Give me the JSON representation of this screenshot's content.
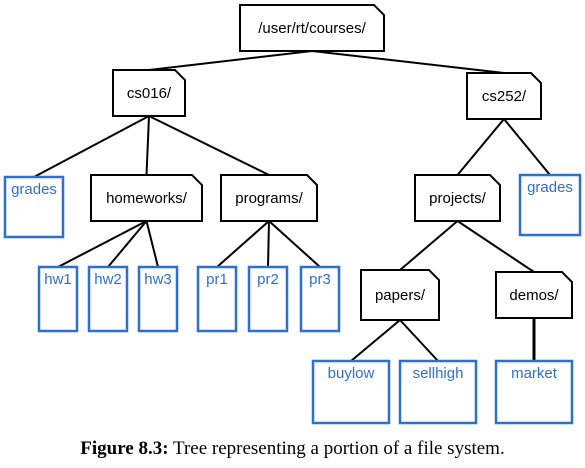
{
  "colors": {
    "file": "#2e6fd0",
    "dir": "#000000"
  },
  "tree": {
    "root": "/user/rt/courses/",
    "nodes": [
      {
        "id": "courses",
        "label": "/user/rt/courses/",
        "kind": "directory",
        "parent": null
      },
      {
        "id": "cs016",
        "label": "cs016/",
        "kind": "directory",
        "parent": "courses"
      },
      {
        "id": "cs252",
        "label": "cs252/",
        "kind": "directory",
        "parent": "courses"
      },
      {
        "id": "grades1",
        "label": "grades",
        "kind": "file",
        "parent": "cs016"
      },
      {
        "id": "homeworks",
        "label": "homeworks/",
        "kind": "directory",
        "parent": "cs016"
      },
      {
        "id": "programs",
        "label": "programs/",
        "kind": "directory",
        "parent": "cs016"
      },
      {
        "id": "hw1",
        "label": "hw1",
        "kind": "file",
        "parent": "homeworks"
      },
      {
        "id": "hw2",
        "label": "hw2",
        "kind": "file",
        "parent": "homeworks"
      },
      {
        "id": "hw3",
        "label": "hw3",
        "kind": "file",
        "parent": "homeworks"
      },
      {
        "id": "pr1",
        "label": "pr1",
        "kind": "file",
        "parent": "programs"
      },
      {
        "id": "pr2",
        "label": "pr2",
        "kind": "file",
        "parent": "programs"
      },
      {
        "id": "pr3",
        "label": "pr3",
        "kind": "file",
        "parent": "programs"
      },
      {
        "id": "projects",
        "label": "projects/",
        "kind": "directory",
        "parent": "cs252"
      },
      {
        "id": "grades2",
        "label": "grades",
        "kind": "file",
        "parent": "cs252"
      },
      {
        "id": "papers",
        "label": "papers/",
        "kind": "directory",
        "parent": "projects"
      },
      {
        "id": "demos",
        "label": "demos/",
        "kind": "directory",
        "parent": "projects"
      },
      {
        "id": "buylow",
        "label": "buylow",
        "kind": "file",
        "parent": "papers"
      },
      {
        "id": "sellhigh",
        "label": "sellhigh",
        "kind": "file",
        "parent": "papers"
      },
      {
        "id": "market",
        "label": "market",
        "kind": "file",
        "parent": "demos"
      }
    ]
  },
  "caption": {
    "label": "Figure 8.3:",
    "text": "Tree representing a portion of a file system."
  }
}
